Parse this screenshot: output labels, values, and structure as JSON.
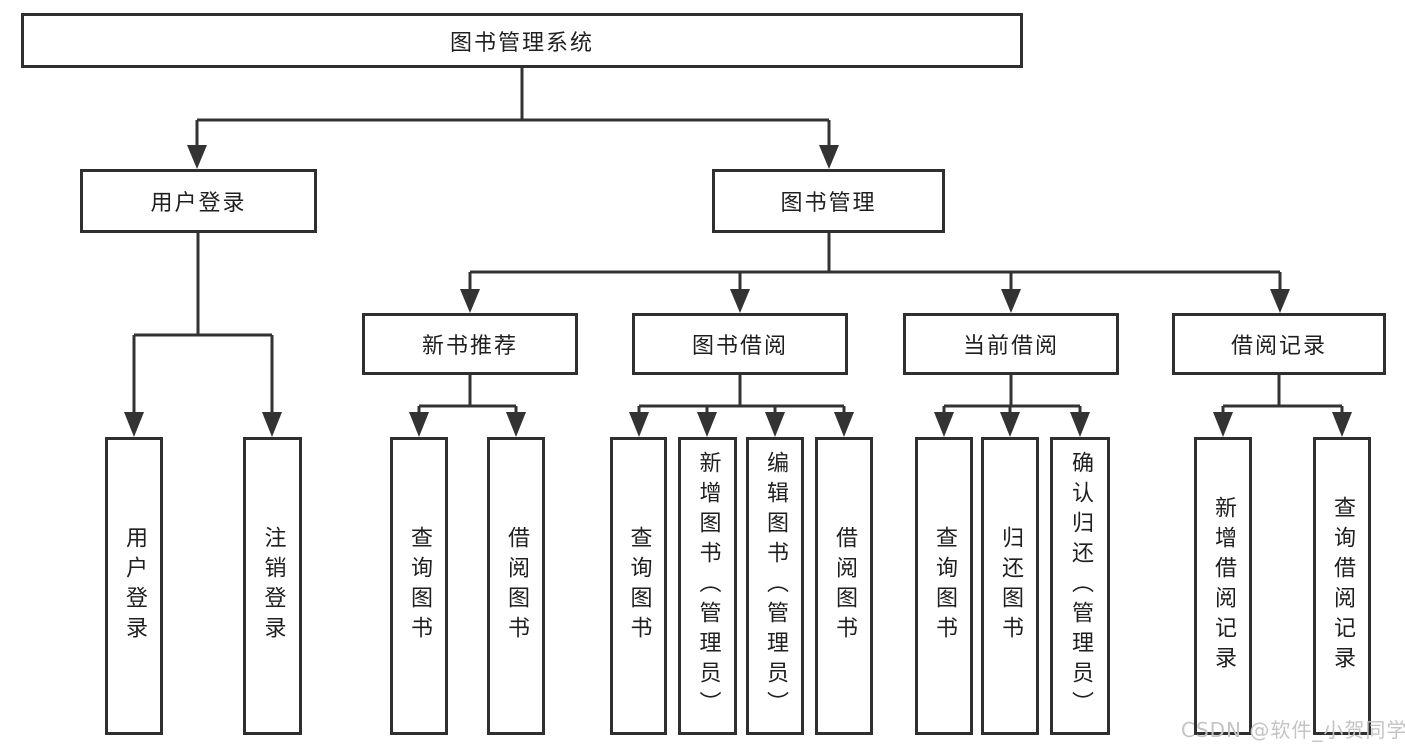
{
  "nodes": {
    "root": "图书管理系统",
    "user_login": "用户登录",
    "book_management": "图书管理",
    "new_book_recommend": "新书推荐",
    "book_borrowing": "图书借阅",
    "current_borrowing": "当前借阅",
    "borrowing_records": "借阅记录",
    "user_login_leaf": "用户登录",
    "logout_leaf": "注销登录",
    "query_books_recommend": "查询图书",
    "borrow_books_recommend": "借阅图书",
    "query_books_borrowing": "查询图书",
    "add_books_admin": "新增图书（管理员）",
    "edit_books_admin": "编辑图书（管理员）",
    "borrow_books_borrowing": "借阅图书",
    "query_books_current": "查询图书",
    "return_books": "归还图书",
    "confirm_return_admin": "确认归还（管理员）",
    "add_borrow_record": "新增借阅记录",
    "query_borrow_record": "查询借阅记录"
  },
  "watermark": "CSDN @软件_小贺同学",
  "colors": {
    "line": "#333333",
    "text": "#1f1f1f",
    "watermark": "#c4c4c4",
    "background": "#ffffff"
  }
}
